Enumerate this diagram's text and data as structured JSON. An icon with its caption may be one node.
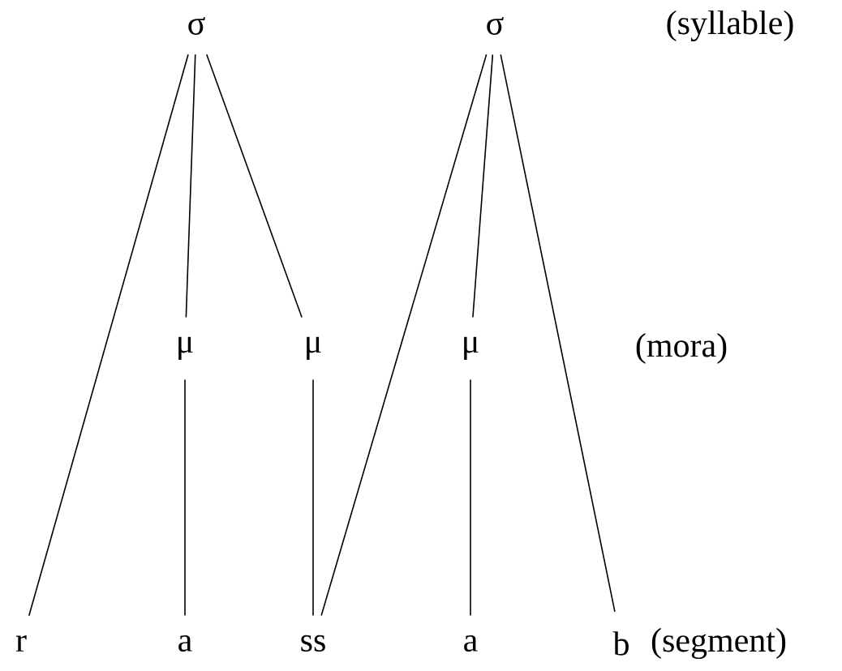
{
  "diagram": {
    "nodes": [
      {
        "text": [
          "σ"
        ]
      },
      {
        "text": [
          "σ"
        ]
      },
      {
        "text": [
          "μ"
        ]
      },
      {
        "text": [
          "μ"
        ]
      },
      {
        "text": [
          "μ"
        ]
      },
      {
        "text": [
          "r"
        ]
      },
      {
        "text": [
          "a"
        ]
      },
      {
        "text": [
          "ss"
        ]
      },
      {
        "text": [
          "a"
        ]
      },
      {
        "text": [
          "b"
        ]
      }
    ],
    "edges": [
      {
        "from": 0,
        "to": 5,
        "arrow": "none"
      },
      {
        "from": 0,
        "to": 2,
        "arrow": "none"
      },
      {
        "from": 0,
        "to": 3,
        "arrow": "none"
      },
      {
        "from": 1,
        "to": 7,
        "arrow": "none"
      },
      {
        "from": 1,
        "to": 4,
        "arrow": "none"
      },
      {
        "from": 1,
        "to": 9,
        "arrow": "none"
      },
      {
        "from": 2,
        "to": 6,
        "arrow": "none"
      },
      {
        "from": 3,
        "to": 7,
        "arrow": "none"
      },
      {
        "from": 4,
        "to": 8,
        "arrow": "none"
      }
    ],
    "labels": [
      "(syllable)",
      "(mora)",
      "(segment)"
    ]
  }
}
